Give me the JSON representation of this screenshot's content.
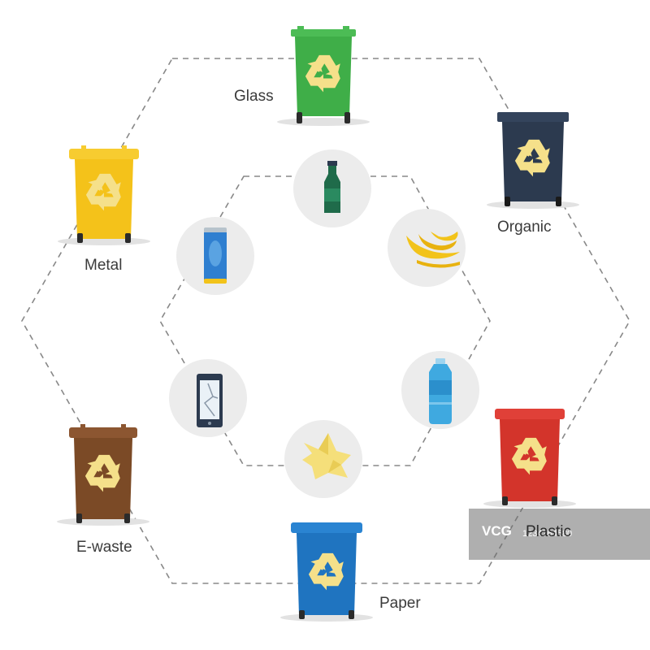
{
  "bins": [
    {
      "id": "glass",
      "label": "Glass",
      "color": "#3fae48",
      "lid": "#4cbc55",
      "icon": "recycle-icon"
    },
    {
      "id": "organic",
      "label": "Organic",
      "color": "#2c3a4f",
      "lid": "#34445c",
      "icon": "recycle-icon"
    },
    {
      "id": "plastic",
      "label": "Plastic",
      "color": "#d3342b",
      "lid": "#e04038",
      "icon": "recycle-icon"
    },
    {
      "id": "paper",
      "label": "Paper",
      "color": "#1f74c0",
      "lid": "#2a84d2",
      "icon": "recycle-icon"
    },
    {
      "id": "e-waste",
      "label": "E-waste",
      "color": "#7b4a26",
      "lid": "#8c5631",
      "icon": "recycle-icon"
    },
    {
      "id": "metal",
      "label": "Metal",
      "color": "#f4c21a",
      "lid": "#f7cc30",
      "icon": "recycle-icon"
    }
  ],
  "items": [
    {
      "id": "bottle",
      "icon": "glass-bottle-icon"
    },
    {
      "id": "banana",
      "icon": "banana-peel-icon"
    },
    {
      "id": "plastic-bottle",
      "icon": "plastic-bottle-icon"
    },
    {
      "id": "paper",
      "icon": "crumpled-paper-icon"
    },
    {
      "id": "phone",
      "icon": "broken-phone-icon"
    },
    {
      "id": "can",
      "icon": "metal-can-icon"
    }
  ],
  "colors": {
    "recycle_symbol": "#f5e08a",
    "circle_bg": "#ececec",
    "dash": "#888888",
    "label": "#3b3b3b"
  },
  "watermark": {
    "logo": "VCG",
    "code": "1234764580"
  }
}
